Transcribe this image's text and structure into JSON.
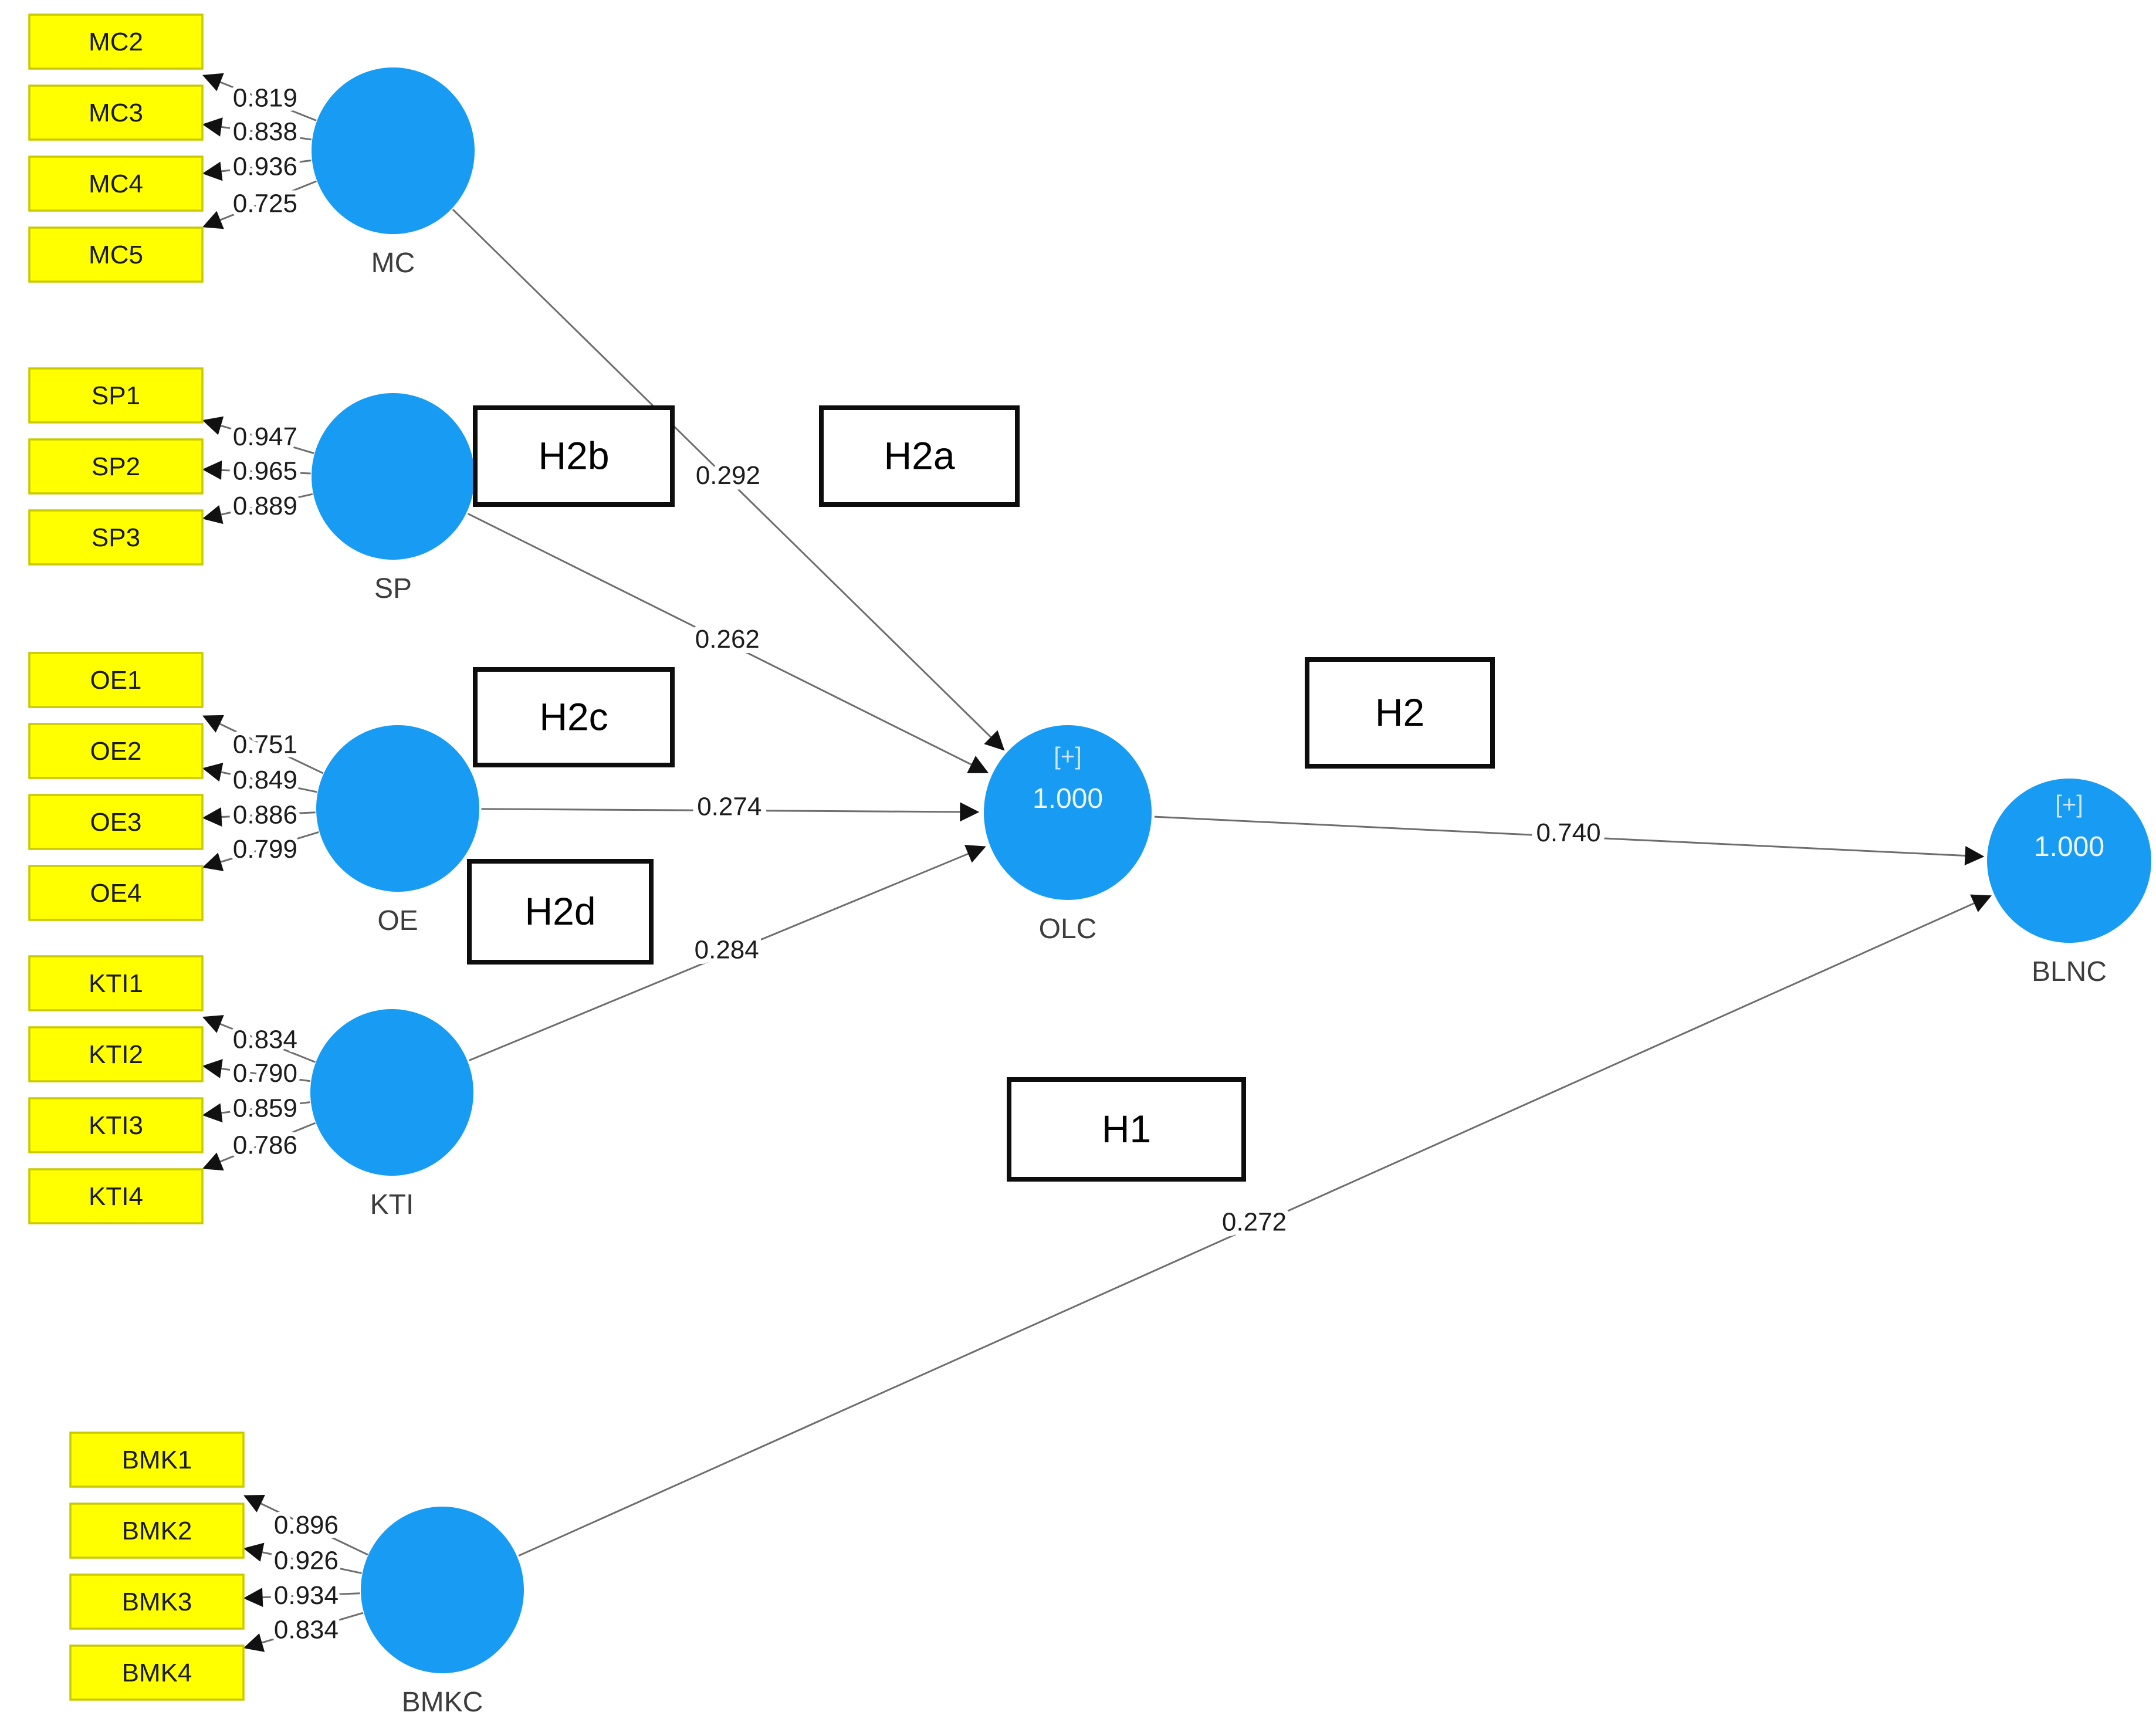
{
  "diagram": {
    "tool": "pls-sem-path-model",
    "colors": {
      "background": "#ffffff",
      "construct_fill": "#189BF2",
      "construct_label_text": "#3d3d3d",
      "construct_badge_text": "#cfe6fa",
      "construct_value_text": "#eef6fe",
      "indicator_fill": "#FFFF00",
      "indicator_border": "#C9C900",
      "indicator_text": "#1a1a1a",
      "line": "#6e6e6e",
      "arrowhead": "#111111",
      "label_text": "#1c1c1c",
      "hypothesis_border": "#0d0d0d",
      "hypothesis_fill": "#ffffff",
      "hypothesis_text": "#000000"
    },
    "constructs": [
      {
        "id": "MC",
        "label": "MC"
      },
      {
        "id": "SP",
        "label": "SP"
      },
      {
        "id": "OE",
        "label": "OE"
      },
      {
        "id": "KTI",
        "label": "KTI"
      },
      {
        "id": "BMKC",
        "label": "BMKC"
      },
      {
        "id": "OLC",
        "label": "OLC",
        "badge": "[+]",
        "value": "1.000"
      },
      {
        "id": "BLNC",
        "label": "BLNC",
        "badge": "[+]",
        "value": "1.000"
      }
    ],
    "indicators": [
      {
        "id": "MC2",
        "label": "MC2",
        "construct": "MC",
        "loading": "0.819"
      },
      {
        "id": "MC3",
        "label": "MC3",
        "construct": "MC",
        "loading": "0.838"
      },
      {
        "id": "MC4",
        "label": "MC4",
        "construct": "MC",
        "loading": "0.936"
      },
      {
        "id": "MC5",
        "label": "MC5",
        "construct": "MC",
        "loading": "0.725"
      },
      {
        "id": "SP1",
        "label": "SP1",
        "construct": "SP",
        "loading": "0.947"
      },
      {
        "id": "SP2",
        "label": "SP2",
        "construct": "SP",
        "loading": "0.965"
      },
      {
        "id": "SP3",
        "label": "SP3",
        "construct": "SP",
        "loading": "0.889"
      },
      {
        "id": "OE1",
        "label": "OE1",
        "construct": "OE",
        "loading": "0.751"
      },
      {
        "id": "OE2",
        "label": "OE2",
        "construct": "OE",
        "loading": "0.849"
      },
      {
        "id": "OE3",
        "label": "OE3",
        "construct": "OE",
        "loading": "0.886"
      },
      {
        "id": "OE4",
        "label": "OE4",
        "construct": "OE",
        "loading": "0.799"
      },
      {
        "id": "KTI1",
        "label": "KTI1",
        "construct": "KTI",
        "loading": "0.834"
      },
      {
        "id": "KTI2",
        "label": "KTI2",
        "construct": "KTI",
        "loading": "0.790"
      },
      {
        "id": "KTI3",
        "label": "KTI3",
        "construct": "KTI",
        "loading": "0.859"
      },
      {
        "id": "KTI4",
        "label": "KTI4",
        "construct": "KTI",
        "loading": "0.786"
      },
      {
        "id": "BMK1",
        "label": "BMK1",
        "construct": "BMKC",
        "loading": "0.896"
      },
      {
        "id": "BMK2",
        "label": "BMK2",
        "construct": "BMKC",
        "loading": "0.926"
      },
      {
        "id": "BMK3",
        "label": "BMK3",
        "construct": "BMKC",
        "loading": "0.934"
      },
      {
        "id": "BMK4",
        "label": "BMK4",
        "construct": "BMKC",
        "loading": "0.834"
      }
    ],
    "paths": [
      {
        "from": "MC",
        "to": "OLC",
        "coefficient": "0.292"
      },
      {
        "from": "SP",
        "to": "OLC",
        "coefficient": "0.262"
      },
      {
        "from": "OE",
        "to": "OLC",
        "coefficient": "0.274"
      },
      {
        "from": "KTI",
        "to": "OLC",
        "coefficient": "0.284"
      },
      {
        "from": "OLC",
        "to": "BLNC",
        "coefficient": "0.740"
      },
      {
        "from": "BMKC",
        "to": "BLNC",
        "coefficient": "0.272"
      }
    ],
    "hypothesis_boxes": [
      {
        "id": "H2b",
        "label": "H2b"
      },
      {
        "id": "H2a",
        "label": "H2a"
      },
      {
        "id": "H2c",
        "label": "H2c"
      },
      {
        "id": "H2d",
        "label": "H2d"
      },
      {
        "id": "H2",
        "label": "H2"
      },
      {
        "id": "H1",
        "label": "H1"
      }
    ]
  }
}
